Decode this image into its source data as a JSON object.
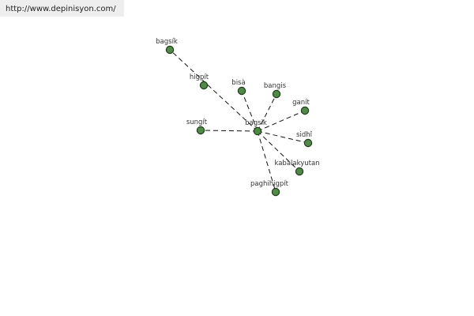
{
  "url": "http://www.depinisyon.com/",
  "center": "bagsik",
  "nodes": [
    {
      "id": "bagsik",
      "label": "bagsik"
    },
    {
      "id": "bagsík",
      "label": "bagsík"
    },
    {
      "id": "higpít",
      "label": "higpít"
    },
    {
      "id": "bisà",
      "label": "bisà"
    },
    {
      "id": "bangis",
      "label": "bangis"
    },
    {
      "id": "ganít",
      "label": "ganít"
    },
    {
      "id": "sungít",
      "label": "sungít"
    },
    {
      "id": "sidhî",
      "label": "sidhî"
    },
    {
      "id": "kabalakyutan",
      "label": "kabalakyutan"
    },
    {
      "id": "paghihigpít",
      "label": "paghihigpít"
    }
  ],
  "edges": [
    [
      "bagsik",
      "bagsík"
    ],
    [
      "bagsik",
      "bisà"
    ],
    [
      "bagsik",
      "bangis"
    ],
    [
      "bagsik",
      "ganít"
    ],
    [
      "bagsik",
      "sungít"
    ],
    [
      "bagsik",
      "sidhî"
    ],
    [
      "bagsik",
      "kabalakyutan"
    ],
    [
      "bagsik",
      "paghihigpít"
    ]
  ],
  "colors": {
    "node_fill": "#4f8a46",
    "node_stroke": "#1f3a1b",
    "edge": "#111111"
  }
}
